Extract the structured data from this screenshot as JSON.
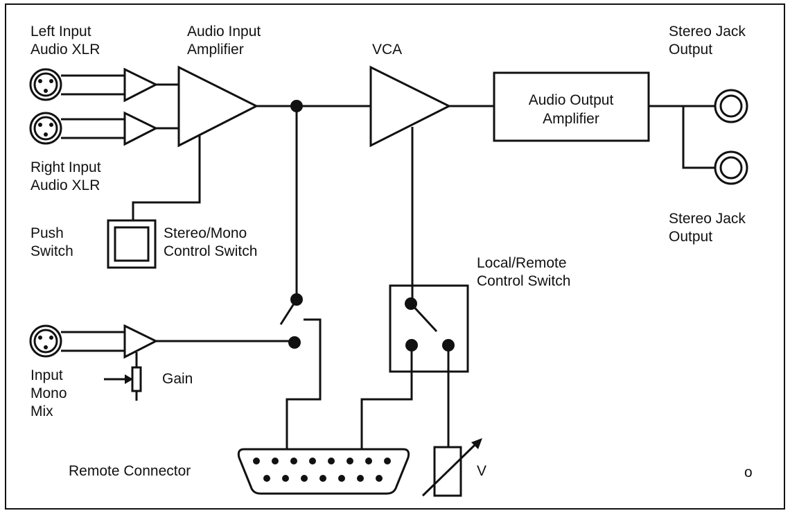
{
  "labels": {
    "left_input": [
      "Left Input",
      "Audio XLR"
    ],
    "audio_input_amp": [
      "Audio Input",
      "Amplifier"
    ],
    "vca": "VCA",
    "stereo_jack_top": [
      "Stereo Jack",
      "Output"
    ],
    "audio_output_amp": [
      "Audio Output",
      "Amplifier"
    ],
    "right_input": [
      "Right Input",
      "Audio XLR"
    ],
    "stereo_jack_bottom": [
      "Stereo Jack",
      "Output"
    ],
    "push_switch": [
      "Push",
      "Switch"
    ],
    "stereo_mono_switch": [
      "Stereo/Mono",
      "Control Switch"
    ],
    "local_remote_switch": [
      "Local/Remote",
      "Control Switch"
    ],
    "input_mono_mix": [
      "Input",
      "Mono",
      "Mix"
    ],
    "gain": "Gain",
    "remote_connector": "Remote Connector",
    "v": "V",
    "corner_mark": "o"
  },
  "colors": {
    "line": "#111111",
    "background": "#ffffff"
  }
}
